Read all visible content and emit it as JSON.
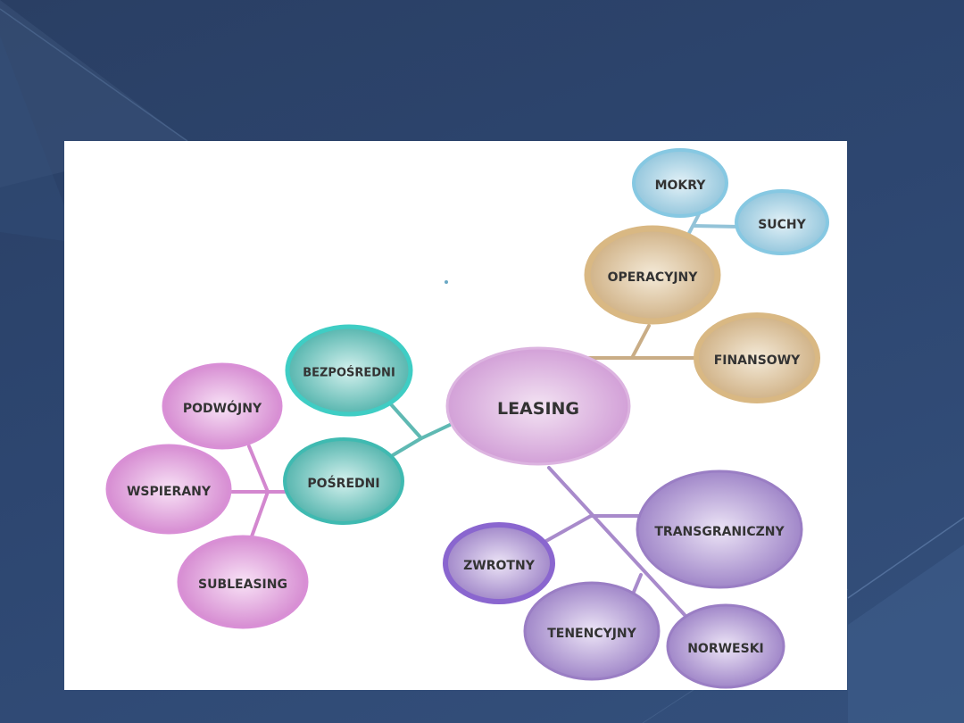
{
  "diagram": {
    "center": {
      "id": "leasing",
      "label": "LEASING"
    },
    "nodes": [
      {
        "id": "operacyjny",
        "label": "OPERACYJNY",
        "parent": "leasing"
      },
      {
        "id": "finansowy",
        "label": "FINANSOWY",
        "parent": "leasing"
      },
      {
        "id": "mokry",
        "label": "MOKRY",
        "parent": "operacyjny"
      },
      {
        "id": "suchy",
        "label": "SUCHY",
        "parent": "operacyjny"
      },
      {
        "id": "bezposredni",
        "label": "BEZPOŚREDNI",
        "parent": "leasing"
      },
      {
        "id": "posredni",
        "label": "POŚREDNI",
        "parent": "leasing"
      },
      {
        "id": "podwojny",
        "label": "PODWÓJNY",
        "parent": "posredni"
      },
      {
        "id": "wspierany",
        "label": "WSPIERANY",
        "parent": "posredni"
      },
      {
        "id": "subleasing",
        "label": "SUBLEASING",
        "parent": "posredni"
      },
      {
        "id": "zwrotny",
        "label": "ZWROTNY",
        "parent": "leasing"
      },
      {
        "id": "transgraniczny",
        "label": "TRANSGRANICZNY",
        "parent": "leasing"
      },
      {
        "id": "tenencyjny",
        "label": "TENENCYJNY",
        "parent": "leasing"
      },
      {
        "id": "norweski",
        "label": "NORWESKI",
        "parent": "leasing"
      }
    ]
  },
  "colors": {
    "slide_background": "#2d4670",
    "panel": "#ffffff",
    "leasing": "#d8a8dc",
    "tan": "#cfae7f",
    "light_blue": "#8fc6df",
    "teal": "#4dbdb5",
    "pink": "#d680d2",
    "purple": "#9a7cc6"
  }
}
